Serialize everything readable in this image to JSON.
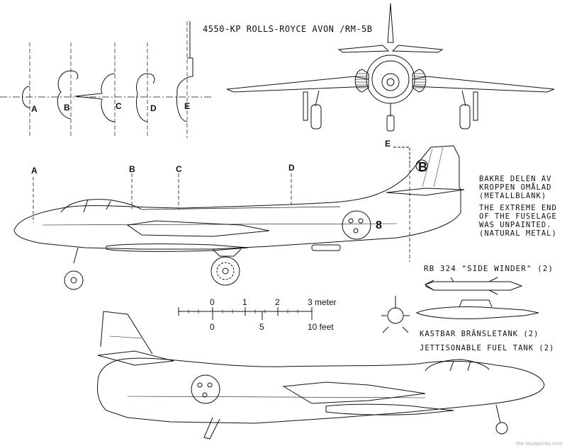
{
  "engine_title": "4550-KP ROLLS-ROYCE AVON /RM-5B",
  "sections": [
    "A",
    "B",
    "C",
    "D",
    "E"
  ],
  "side_note_sv": [
    "BAKRE DELEN AV",
    "KROPPEN OMÅLAD",
    "(METALLBLANK)"
  ],
  "side_note_en": [
    "THE EXTREME END",
    "OF THE FUSELAGE",
    "WAS UNPAINTED.",
    "(NATURAL METAL)"
  ],
  "missile_label": "RB 324 \"SIDE WINDER\" (2)",
  "tank_label_sv": "KASTBAR BRÄNSLETANK (2)",
  "tank_label_en": "JETTISONABLE FUEL TANK (2)",
  "scale": {
    "meter_ticks": [
      "0",
      "1",
      "2",
      "3 meter"
    ],
    "feet_ticks": [
      "0",
      "5",
      "10 feet"
    ]
  },
  "markings": {
    "tail_letters": "B",
    "aircraft_number": "8"
  },
  "watermark": "the-blueprints.com"
}
